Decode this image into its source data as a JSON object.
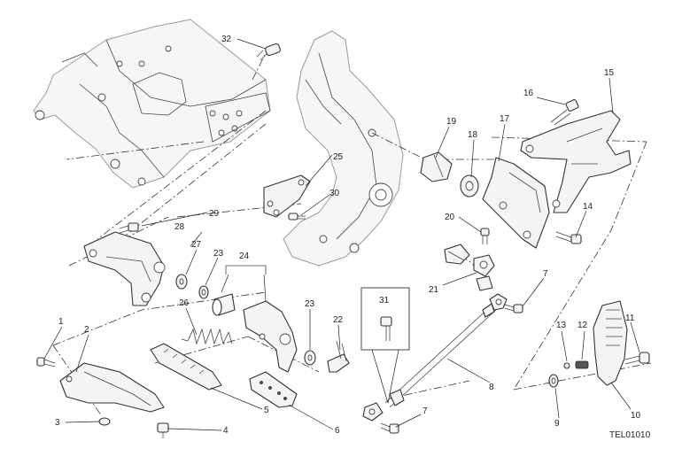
{
  "diagram_code": "TEL01010",
  "callouts": [
    {
      "id": "c1",
      "label": "1"
    },
    {
      "id": "c2",
      "label": "2"
    },
    {
      "id": "c3",
      "label": "3"
    },
    {
      "id": "c4",
      "label": "4"
    },
    {
      "id": "c5",
      "label": "5"
    },
    {
      "id": "c6",
      "label": "6"
    },
    {
      "id": "c7a",
      "label": "7"
    },
    {
      "id": "c7b",
      "label": "7"
    },
    {
      "id": "c8",
      "label": "8"
    },
    {
      "id": "c9",
      "label": "9"
    },
    {
      "id": "c10",
      "label": "10"
    },
    {
      "id": "c11",
      "label": "11"
    },
    {
      "id": "c12",
      "label": "12"
    },
    {
      "id": "c13",
      "label": "13"
    },
    {
      "id": "c14",
      "label": "14"
    },
    {
      "id": "c15",
      "label": "15"
    },
    {
      "id": "c16",
      "label": "16"
    },
    {
      "id": "c17",
      "label": "17"
    },
    {
      "id": "c18",
      "label": "18"
    },
    {
      "id": "c19",
      "label": "19"
    },
    {
      "id": "c20",
      "label": "20"
    },
    {
      "id": "c21",
      "label": "21"
    },
    {
      "id": "c22",
      "label": "22"
    },
    {
      "id": "c23a",
      "label": "23"
    },
    {
      "id": "c23b",
      "label": "23"
    },
    {
      "id": "c24",
      "label": "24"
    },
    {
      "id": "c25",
      "label": "25"
    },
    {
      "id": "c26",
      "label": "26"
    },
    {
      "id": "c27",
      "label": "27"
    },
    {
      "id": "c28",
      "label": "28"
    },
    {
      "id": "c29",
      "label": "29"
    },
    {
      "id": "c30",
      "label": "30"
    },
    {
      "id": "c31",
      "label": "31"
    },
    {
      "id": "c32",
      "label": "32"
    }
  ]
}
